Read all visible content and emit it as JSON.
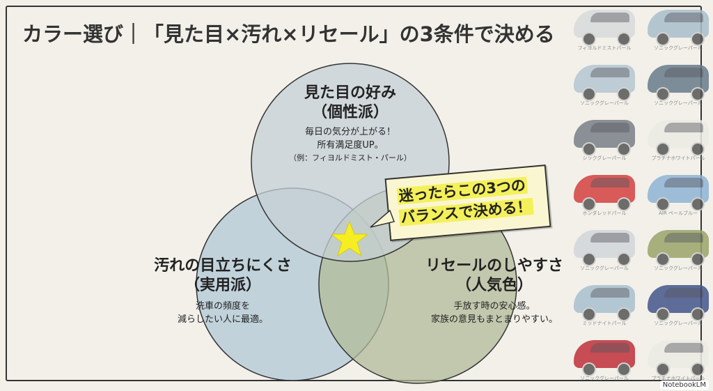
{
  "title": "カラー選び｜「見た目×汚れ×リセール」の3条件で決める",
  "colors": {
    "background": "#f2f0e9",
    "top_circle": "#c5d0d6",
    "left_circle": "#b9ccd8",
    "right_circle": "#b1bb98",
    "star": "#f6ee22",
    "highlight": "#f4f05a"
  },
  "circles": {
    "top": {
      "heading": "見た目の好み",
      "sub": "（個性派）",
      "line1": "毎日の気分が上がる！",
      "line2": "所有満足度UP。",
      "note": "（例：フィヨルドミスト・パール）"
    },
    "left": {
      "heading": "汚れの目立ちにくさ",
      "sub": "（実用派）",
      "line1": "洗車の頻度を",
      "line2": "減らしたい人に最適。"
    },
    "right": {
      "heading": "リセールのしやすさ",
      "sub": "（人気色）",
      "line1": "手放す時の安心感。",
      "line2": "家族の意見もまとまりやすい。"
    }
  },
  "center_icon": "star-icon",
  "callout": {
    "line1": "迷ったらこの3つの",
    "line2": "バランスで決める！"
  },
  "cars": [
    {
      "label": "フィヨルドミストパール",
      "color": "#d9dcdc"
    },
    {
      "label": "ソニックグレーパール",
      "color": "#a9bfcc"
    },
    {
      "label": "ソニックグレーパール",
      "color": "#b4c6d2"
    },
    {
      "label": "ソニックグレーパール",
      "color": "#687c8c"
    },
    {
      "label": "シックグレーパール",
      "color": "#7a8088"
    },
    {
      "label": "プラチナホワイトパール",
      "color": "#ecebe4"
    },
    {
      "label": "ホンダレッドパール",
      "color": "#d44040"
    },
    {
      "label": "AIR ペールブルー",
      "color": "#8fb4d4"
    },
    {
      "label": "ソニックグレーパール",
      "color": "#d3d7dc"
    },
    {
      "label": "ソニックグレーパール",
      "color": "#9aa66a"
    },
    {
      "label": "ミッドナイトパール",
      "color": "#a9c0d0"
    },
    {
      "label": "ソニックグレーパール",
      "color": "#44568a"
    },
    {
      "label": "ソニックグレーパール",
      "color": "#c0303a"
    },
    {
      "label": "プラチナホワイトパール",
      "color": "#ecebe4"
    }
  ],
  "badge": "NotebookLM"
}
